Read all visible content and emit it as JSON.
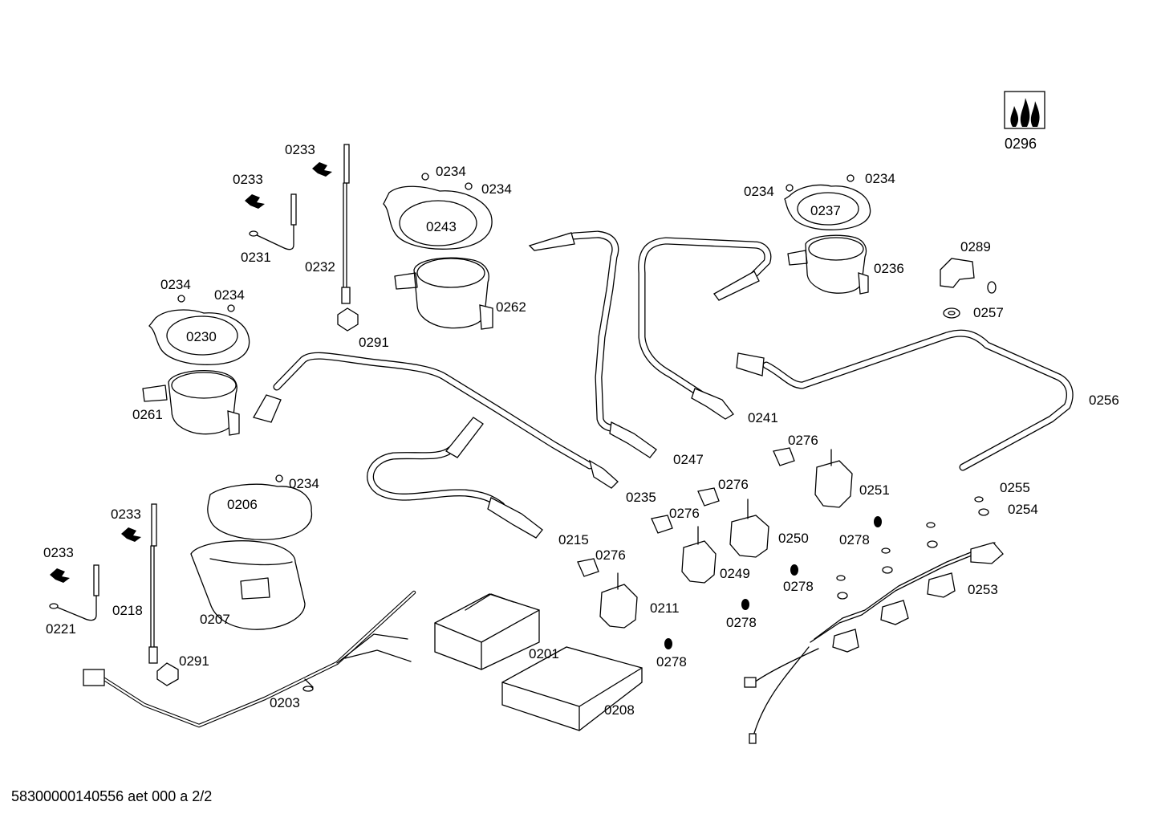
{
  "labels": {
    "l0296": "0296",
    "l0233a": "0233",
    "l0233b": "0233",
    "l0233c": "0233",
    "l0233d": "0233",
    "l0234a": "0234",
    "l0234b": "0234",
    "l0234c": "0234",
    "l0234d": "0234",
    "l0234e": "0234",
    "l0234f": "0234",
    "l0234g": "0234",
    "l0243": "0243",
    "l0237": "0237",
    "l0231": "0231",
    "l0232": "0232",
    "l0289": "0289",
    "l0262": "0262",
    "l0236": "0236",
    "l0257": "0257",
    "l0230": "0230",
    "l0291a": "0291",
    "l0291b": "0291",
    "l0256": "0256",
    "l0261": "0261",
    "l0241": "0241",
    "l0276a": "0276",
    "l0276b": "0276",
    "l0276c": "0276",
    "l0276d": "0276",
    "l0247": "0247",
    "l0255": "0255",
    "l0251": "0251",
    "l0254": "0254",
    "l0235": "0235",
    "l0206": "0206",
    "l0250": "0250",
    "l0278a": "0278",
    "l0278b": "0278",
    "l0278c": "0278",
    "l0278d": "0278",
    "l0215": "0215",
    "l0249": "0249",
    "l0253": "0253",
    "l0218": "0218",
    "l0207": "0207",
    "l0211": "0211",
    "l0221": "0221",
    "l0201": "0201",
    "l0203": "0203",
    "l0208": "0208"
  },
  "footer": "58300000140556 aet 000 a 2/2"
}
